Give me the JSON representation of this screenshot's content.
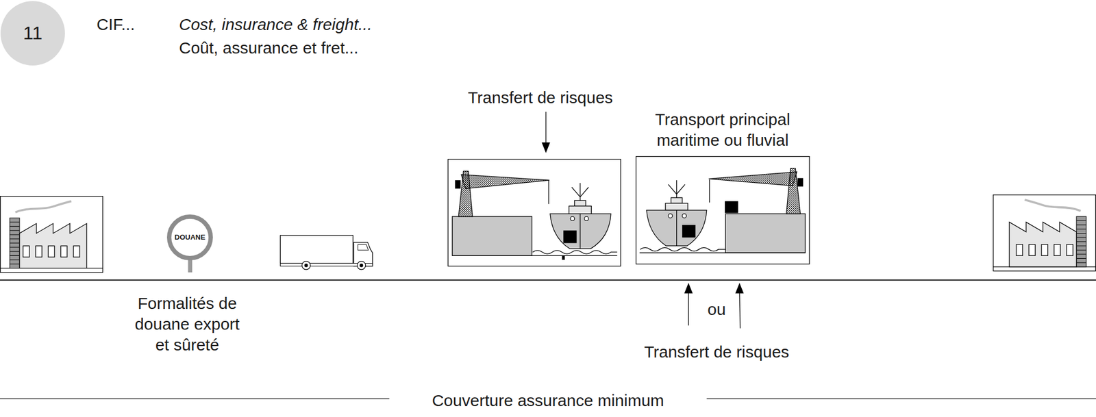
{
  "diagram": {
    "title": "CIF...",
    "nodes": [
      {
        "text": [
          "11"
        ]
      },
      {
        "text": [
          "DOUANE"
        ]
      }
    ],
    "labels": [
      "Cost, insurance & freight...",
      "Coût, assurance et fret...",
      "Transfert de risques",
      "Transport principal maritime ou fluvial",
      "Formalités de douane export et sûreté",
      "ou",
      "Transfert de risques",
      "Couverture assurance minimum"
    ]
  }
}
